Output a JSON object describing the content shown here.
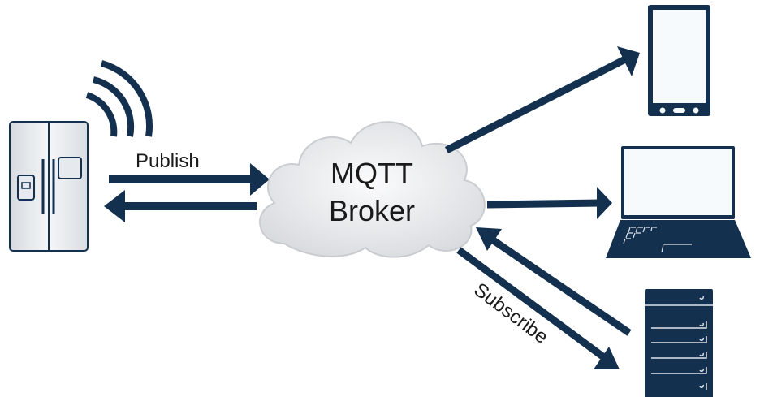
{
  "broker": {
    "line1": "MQTT",
    "line2": "Broker"
  },
  "labels": {
    "publish": "Publish",
    "subscribe": "Subscribe"
  },
  "nodes": {
    "publisher": "refrigerator-icon",
    "subscribers": [
      "smartphone-icon",
      "laptop-icon",
      "server-icon"
    ]
  },
  "colors": {
    "primary": "#13304f",
    "cloud": "#e6e8ea",
    "device_fill": "#f7fafc"
  }
}
